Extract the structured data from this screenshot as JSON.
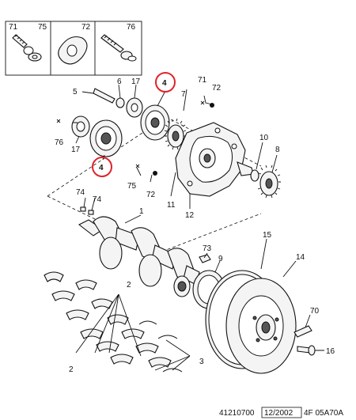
{
  "callouts": {
    "n71_box": "71",
    "n75_box": "75",
    "n72_box": "72",
    "n76_box": "76",
    "n5": "5",
    "n6": "6",
    "n17_top": "17",
    "n4_top": "4",
    "n71": "71",
    "n72": "72",
    "n7": "7",
    "n76": "76",
    "n17": "17",
    "n4_bottom": "4",
    "n10": "10",
    "n8": "8",
    "n75": "75",
    "n72_b": "72",
    "n11": "11",
    "n12": "12",
    "n74_a": "74",
    "n74_b": "74",
    "n1": "1",
    "n73": "73",
    "n15": "15",
    "n14": "14",
    "n9": "9",
    "n2_a": "2",
    "n2_b": "2",
    "n70": "70",
    "n16": "16",
    "n3": "3"
  },
  "footer": {
    "ref": "41210700",
    "date": "12/2002",
    "code": "4F 05A70A"
  },
  "colors": {
    "highlight": "#e0242b",
    "ink": "#111111"
  }
}
